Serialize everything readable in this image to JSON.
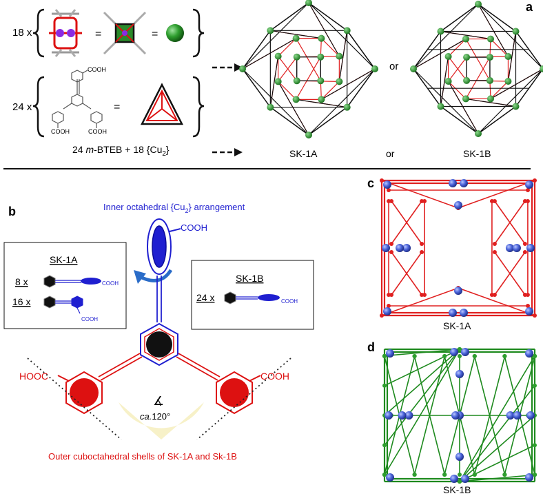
{
  "panels": {
    "a": "a",
    "b": "b",
    "c": "c",
    "d": "d"
  },
  "panel_a": {
    "row1_count": "18 x",
    "row2_count": "24 x",
    "equals": "=",
    "cooh": "COOH",
    "arrow_or": "or",
    "caption_formula_prefix": "24 ",
    "caption_formula_italic": "m",
    "caption_formula_mid": "-BTEB + 18 {Cu",
    "caption_formula_sub": "2",
    "caption_formula_suffix": "}",
    "label_1a": "SK-1A",
    "label_or": "or",
    "label_1b": "SK-1B"
  },
  "panel_b": {
    "inner_title_prefix": "Inner octahedral {Cu",
    "inner_title_sub": "2",
    "inner_title_suffix": "} arrangement",
    "top_cooh": "COOH",
    "left_hooc": "HOOC",
    "right_cooh": "COOH",
    "box_1a_title": "SK-1A",
    "box_1a_row1": "8 x",
    "box_1a_row2": "16 x",
    "box_1b_title": "SK-1B",
    "box_1b_row1": "24 x",
    "angle_italic": "ca.",
    "angle_value": "120°",
    "angle_symbol": "∡",
    "outer_caption": "Outer cuboctahedral shells of SK-1A and Sk-1B"
  },
  "panel_c": {
    "label": "SK-1A"
  },
  "panel_d": {
    "label": "SK-1B"
  },
  "colors": {
    "red": "#e02020",
    "blue": "#1f1fd0",
    "green": "#1e8a1e",
    "node_blue": "#4a63d9",
    "node_green": "#2e9e2e",
    "highlight": "#f7f1c8"
  }
}
